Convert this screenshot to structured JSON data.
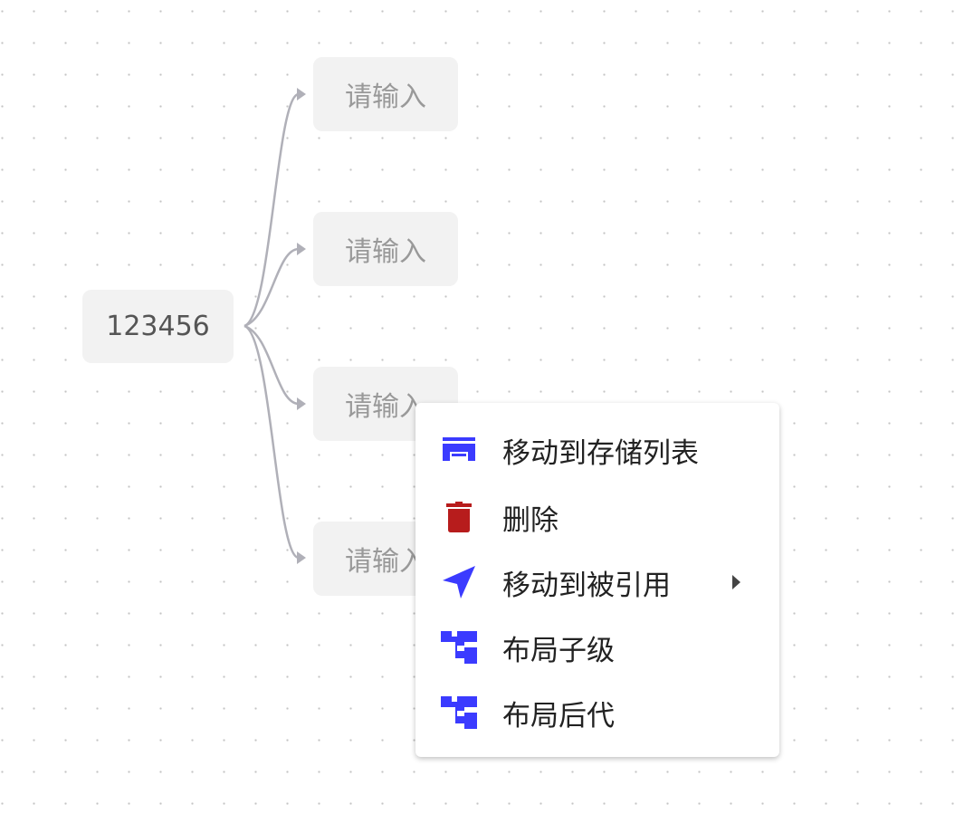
{
  "mindmap": {
    "root": "123456",
    "children": [
      "请输入",
      "请输入",
      "请输入",
      "请输入"
    ]
  },
  "context_menu": {
    "items": [
      {
        "label": "移动到存储列表",
        "icon": "store-icon",
        "color": "#3b3bff"
      },
      {
        "label": "删除",
        "icon": "trash-icon",
        "color": "#b71c1c"
      },
      {
        "label": "移动到被引用",
        "icon": "navigate-icon",
        "color": "#3b3bff",
        "has_submenu": true
      },
      {
        "label": "布局子级",
        "icon": "tree-layout-icon",
        "color": "#3b3bff"
      },
      {
        "label": "布局后代",
        "icon": "tree-layout-icon",
        "color": "#3b3bff"
      }
    ]
  }
}
